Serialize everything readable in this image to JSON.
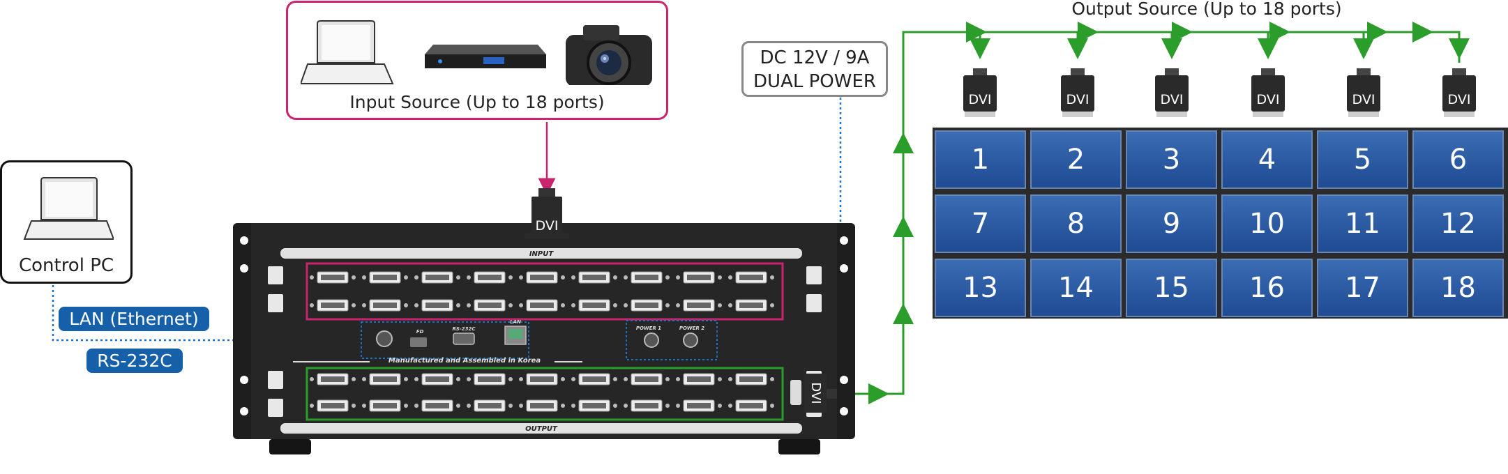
{
  "input_box": {
    "label": "Input Source (Up to 18 ports)",
    "color": "#c8256e",
    "devices": [
      "laptop-icon",
      "media-player-icon",
      "camera-icon"
    ]
  },
  "power_box": {
    "line1": "DC 12V / 9A",
    "line2": "DUAL POWER",
    "color": "#888888"
  },
  "control_pc": {
    "label": "Control PC"
  },
  "lan_badge": "LAN (Ethernet)",
  "rs232_badge": "RS-232C",
  "badge_color": "#1560a8",
  "output_label": "Output Source (Up to 18 ports)",
  "output_line_color": "#2a9d2a",
  "dvi_label": "DVI",
  "chassis": {
    "input_label": "INPUT",
    "output_label": "OUTPUT",
    "made_in": "Manufactured and Assembled in Korea",
    "power1": "POWER 1",
    "power2": "POWER 2",
    "rs232c": "RS-232C",
    "lan": "LAN",
    "fd": "FD"
  },
  "screens": [
    "1",
    "2",
    "3",
    "4",
    "5",
    "6",
    "7",
    "8",
    "9",
    "10",
    "11",
    "12",
    "13",
    "14",
    "15",
    "16",
    "17",
    "18"
  ],
  "screen_color": "#1f5399"
}
